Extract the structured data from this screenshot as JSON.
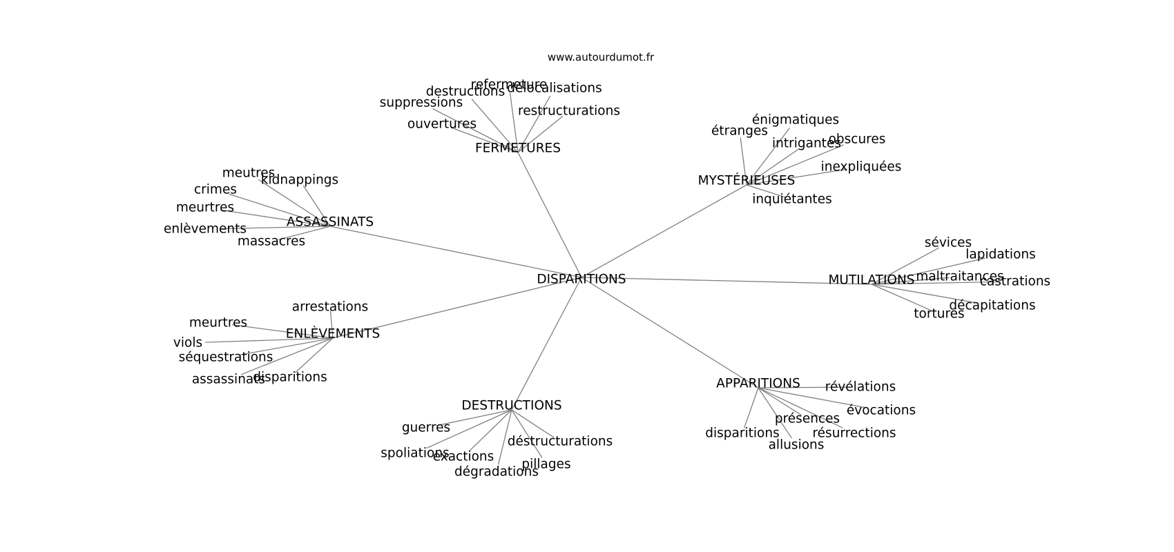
{
  "watermark": "www.autourdumot.fr",
  "center": {
    "label": "DISPARITIONS"
  },
  "groups": [
    {
      "label": "FERMETURES",
      "leaves": [
        "refermeture",
        "délocalisations",
        "destructions",
        "suppressions",
        "restructurations",
        "ouvertures"
      ]
    },
    {
      "label": "MYSTÉRIEUSES",
      "leaves": [
        "énigmatiques",
        "étranges",
        "intrigantes",
        "obscures",
        "inexpliquées",
        "inquiétantes"
      ]
    },
    {
      "label": "ASSASSINATS",
      "leaves": [
        "meutres",
        "kidnappings",
        "crimes",
        "meurtres",
        "enlèvements",
        "massacres"
      ]
    },
    {
      "label": "MUTILATIONS",
      "leaves": [
        "sévices",
        "lapidations",
        "maltraitances",
        "castrations",
        "décapitations",
        "tortures"
      ]
    },
    {
      "label": "ENLÈVEMENTS",
      "leaves": [
        "arrestations",
        "meurtres",
        "viols",
        "séquestrations",
        "assassinats",
        "disparitions"
      ]
    },
    {
      "label": "APPARITIONS",
      "leaves": [
        "révélations",
        "évocations",
        "présences",
        "résurrections",
        "disparitions",
        "allusions"
      ]
    },
    {
      "label": "DESTRUCTIONS",
      "leaves": [
        "guerres",
        "spoliations",
        "exactions",
        "déstructurations",
        "pillages",
        "dégradations"
      ]
    }
  ]
}
